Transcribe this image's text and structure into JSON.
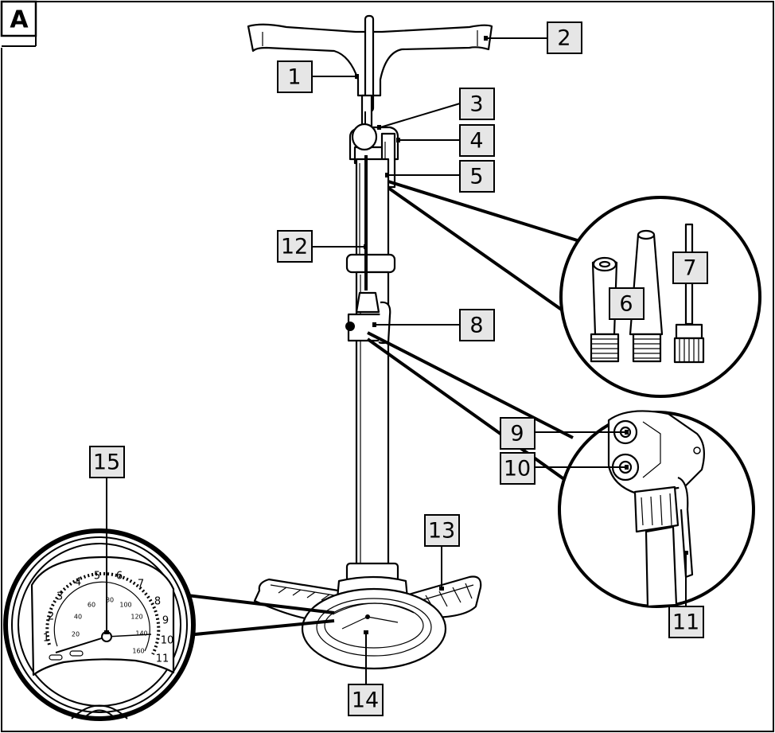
{
  "panel_label": "A",
  "callouts": [
    "1",
    "2",
    "3",
    "4",
    "5",
    "6",
    "7",
    "8",
    "9",
    "10",
    "11",
    "12",
    "13",
    "14",
    "15"
  ],
  "gauge": {
    "outer_scale": [
      "1",
      "2",
      "3",
      "4",
      "5",
      "6",
      "7",
      "8",
      "9",
      "10",
      "11"
    ],
    "inner_scale": [
      "20",
      "40",
      "60",
      "80",
      "100",
      "120",
      "140",
      "160"
    ]
  }
}
